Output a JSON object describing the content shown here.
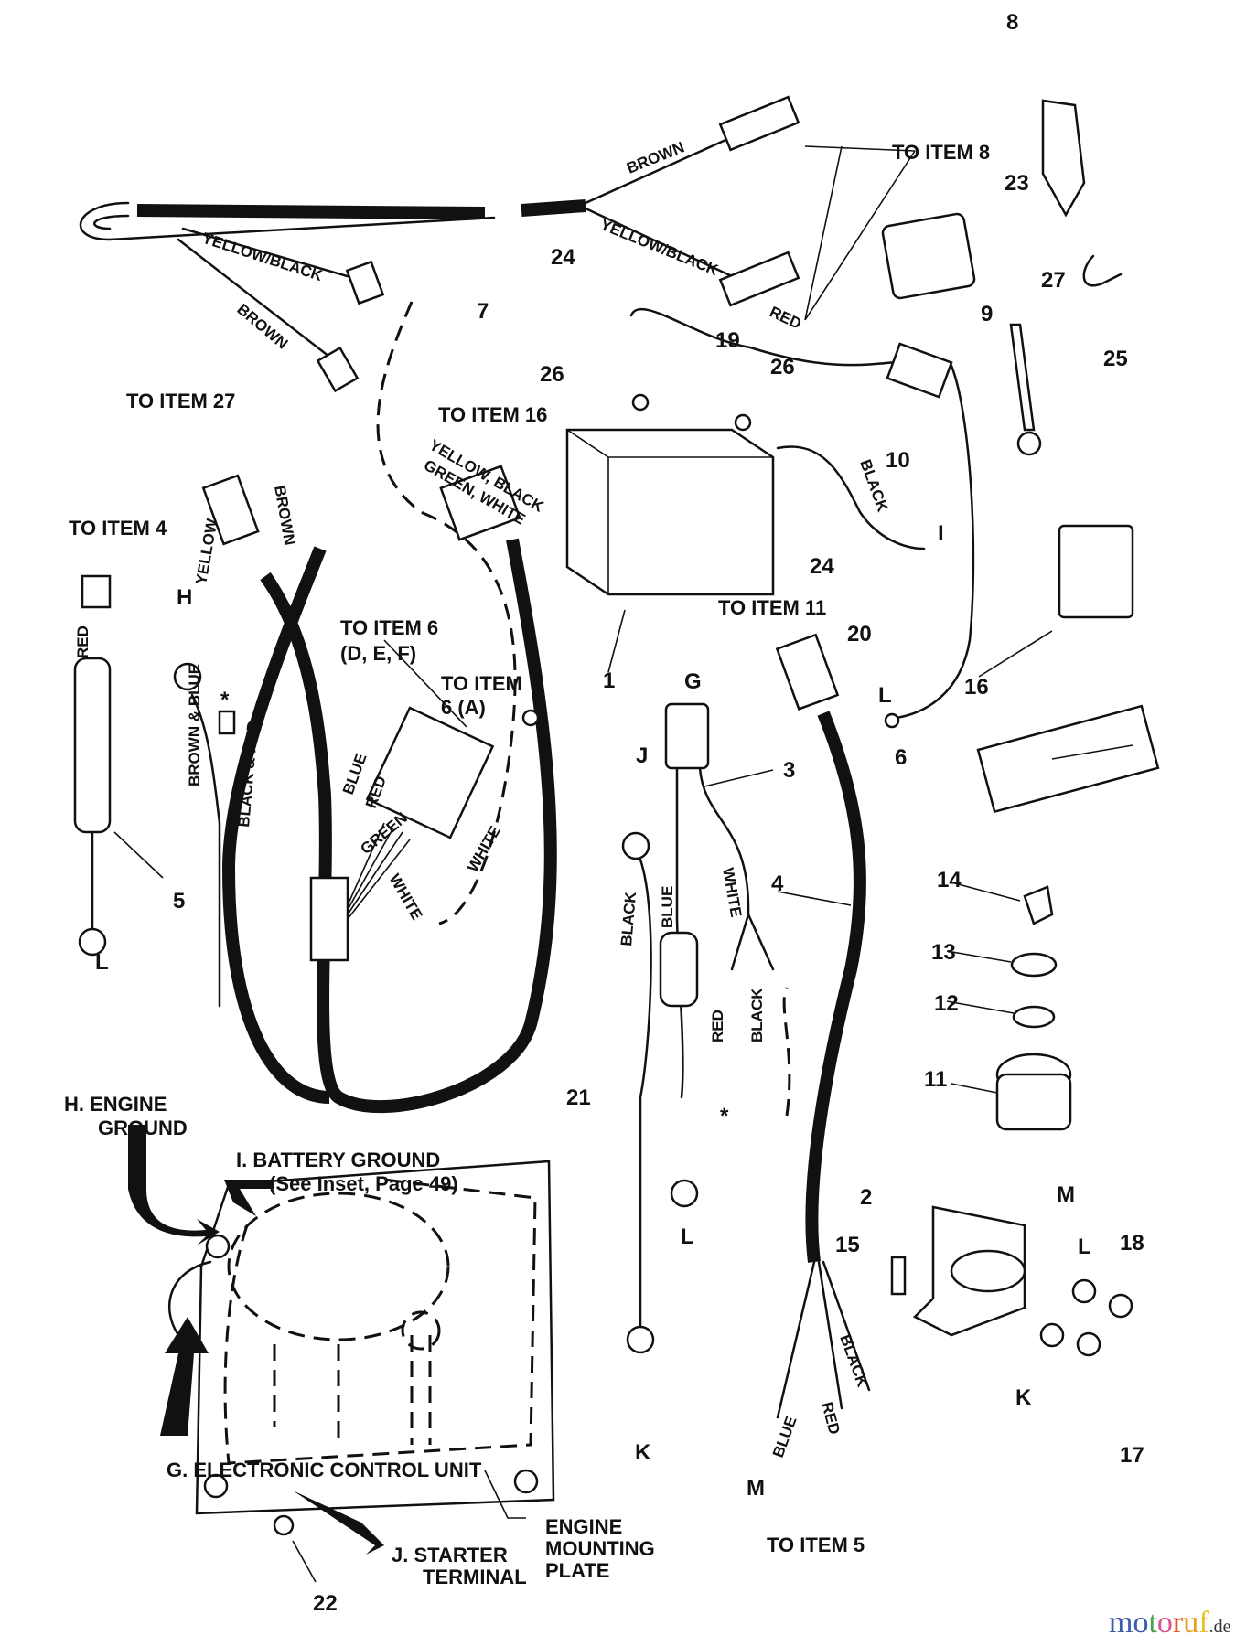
{
  "callouts": {
    "n1": "1",
    "n2": "2",
    "n3": "3",
    "n4": "4",
    "n5": "5",
    "n6": "6",
    "n7": "7",
    "n8": "8",
    "n9": "9",
    "n10": "10",
    "n11": "11",
    "n12": "12",
    "n13": "13",
    "n14": "14",
    "n15": "15",
    "n16": "16",
    "n17": "17",
    "n18": "18",
    "n19": "19",
    "n20": "20",
    "n21": "21",
    "n22": "22",
    "n23": "23",
    "n24a": "24",
    "n24b": "24",
    "n25": "25",
    "n26a": "26",
    "n26b": "26",
    "n27": "27"
  },
  "letters": {
    "G": "G",
    "H": "H",
    "I": "I",
    "J": "J",
    "K1": "K",
    "K2": "K",
    "L1": "L",
    "L2": "L",
    "L3": "L",
    "L4": "L",
    "M1": "M",
    "M2": "M",
    "star1": "*",
    "star2": "*"
  },
  "references": {
    "to_item_8": "TO ITEM 8",
    "to_item_27": "TO ITEM 27",
    "to_item_16": "TO ITEM 16",
    "to_item_4": "TO ITEM 4",
    "to_item_6_def_1": "TO ITEM 6",
    "to_item_6_def_2": "(D, E, F)",
    "to_item_6_a_1": "TO ITEM",
    "to_item_6_a_2": "6 (A)",
    "to_item_11": "TO ITEM 11",
    "to_item_5": "TO ITEM 5"
  },
  "wire_colors": {
    "brown_top": "BROWN",
    "yellow_black_top": "YELLOW/BLACK",
    "red_top": "RED",
    "yellow_black_left": "YELLOW/BLACK",
    "brown_left": "BROWN",
    "ybgw_1": "YELLOW, BLACK",
    "ybgw_2": "GREEN, WHITE",
    "yellow_27": "YELLOW",
    "brown_27": "BROWN",
    "red_4": "RED",
    "brown_blue": "BROWN & BLUE",
    "black_red": "BLACK & RED",
    "blue_6": "BLUE",
    "red_6": "RED",
    "green_6": "GREEN",
    "white_6a": "WHITE",
    "white_6b": "WHITE",
    "black_20": "BLACK",
    "black_j": "BLACK",
    "blue_j": "BLUE",
    "white_3": "WHITE",
    "red_3": "RED",
    "black_3": "BLACK",
    "blue_m": "BLUE",
    "red_m": "RED",
    "black_m": "BLACK"
  },
  "inset": {
    "h_1": "H.  ENGINE",
    "h_2": "GROUND",
    "i_1": "I.    BATTERY GROUND",
    "i_2": "(See Inset, Page 49)",
    "g": "G.  ELECTRONIC CONTROL UNIT",
    "j_1": "J.   STARTER",
    "j_2": "TERMINAL",
    "plate_1": "ENGINE",
    "plate_2": "MOUNTING",
    "plate_3": "PLATE"
  },
  "watermark": {
    "letters": [
      "m",
      "o",
      "t",
      "o",
      "r",
      "u",
      "f"
    ],
    "suffix": ".de",
    "colors": [
      "#3b5bab",
      "#3b5bab",
      "#4aa04a",
      "#e0508a",
      "#e05a2a",
      "#e8a020",
      "#e8c020"
    ]
  }
}
